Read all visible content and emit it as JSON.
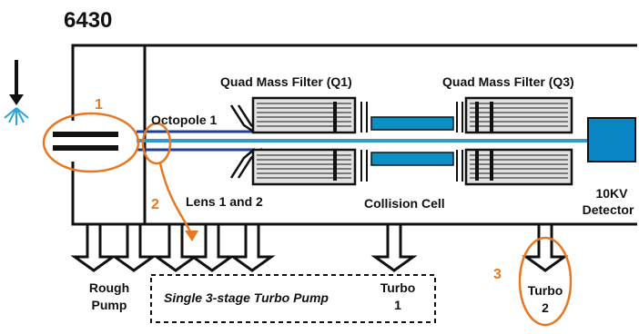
{
  "title": "6430",
  "colors": {
    "accent": "#e87722",
    "beam": "#3399cc",
    "cell": "#0b8fc4",
    "lens": "#1f3f9a",
    "detector": "#0a86c4",
    "spray": "#2ba6d6"
  },
  "labels": {
    "octopole": "Octopole 1",
    "q1": "Quad Mass Filter (Q1)",
    "q3": "Quad Mass Filter (Q3)",
    "lens": "Lens 1 and 2",
    "collision": "Collision Cell",
    "detector_line1": "10KV",
    "detector_line2": "Detector",
    "rough_line1": "Rough",
    "rough_line2": "Pump",
    "turbo_pump": "Single 3-stage Turbo Pump",
    "turbo1_line1": "Turbo",
    "turbo1_line2": "1",
    "turbo2_line1": "Turbo",
    "turbo2_line2": "2"
  },
  "callouts": [
    "1",
    "2",
    "3"
  ]
}
